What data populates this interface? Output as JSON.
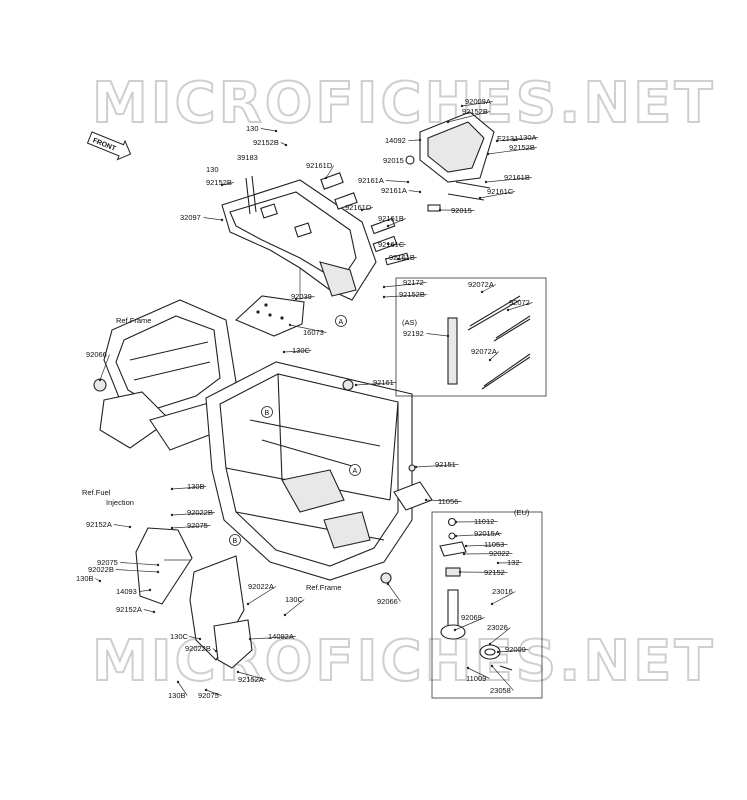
{
  "watermark": "MICROFICHES.NET",
  "front_label": "FRONT",
  "figure_code": "F2131",
  "circle_refs": [
    "A",
    "B"
  ],
  "ref_labels": {
    "ref_frame_left": "Ref.Frame",
    "ref_fuel_line1": "Ref.Fuel",
    "ref_fuel_line2": "Injection",
    "ref_frame_bottom": "Ref.Frame"
  },
  "variant_labels": {
    "as": "(AS)",
    "eu": "(EU)"
  },
  "callouts": [
    "92009A",
    "92152B",
    "F2131",
    "130A",
    "14092",
    "92152B",
    "92015",
    "92161A",
    "92161A",
    "92161B",
    "92161C",
    "92015",
    "130",
    "92152B",
    "39183",
    "92161D",
    "130",
    "92152B",
    "32097",
    "92161D",
    "92161B",
    "92161C",
    "92161B",
    "92039",
    "92172",
    "92152B",
    "16073",
    "92072A",
    "92072",
    "92192",
    "92072A",
    "92066",
    "130C",
    "92161",
    "92151",
    "11056",
    "130B",
    "92022B",
    "92075",
    "92152A",
    "92075",
    "92022B",
    "130B",
    "14093",
    "92152A",
    "92022A",
    "130C",
    "130C",
    "14092A",
    "92022B",
    "92152A",
    "130B",
    "92075",
    "92066",
    "11012",
    "92015A",
    "11053",
    "92022",
    "132",
    "92152",
    "23016",
    "92069",
    "23026",
    "92009",
    "11009",
    "23058"
  ]
}
